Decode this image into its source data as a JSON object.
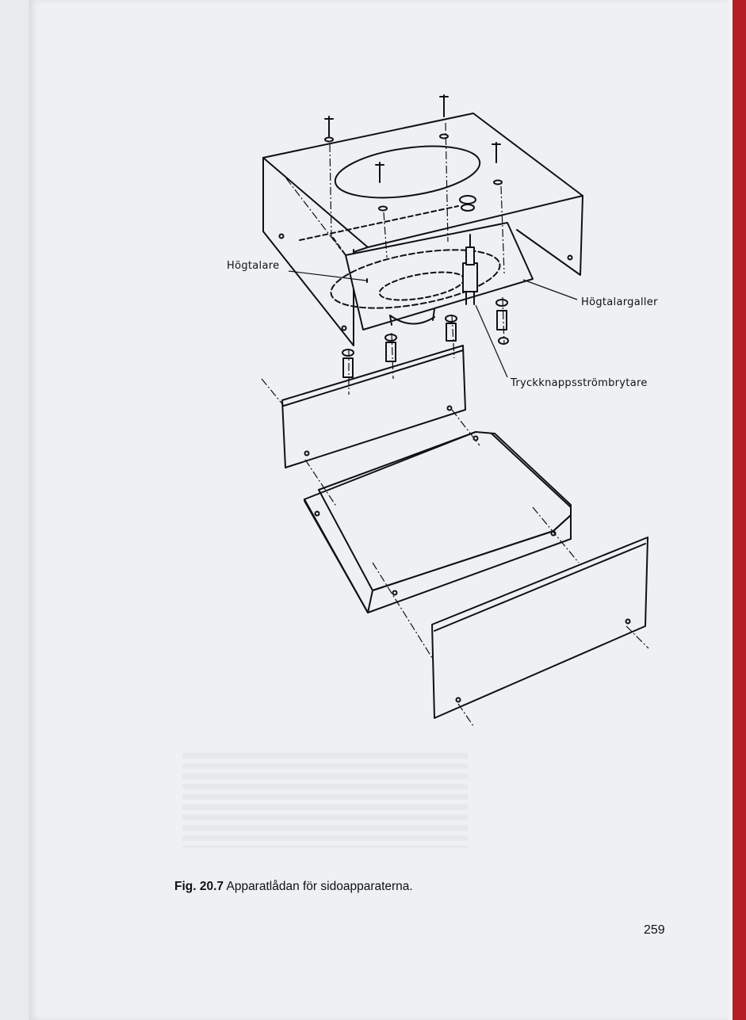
{
  "labels": {
    "speaker": "Högtalare",
    "speaker_grille": "Högtalargaller",
    "push_switch": "Tryckknappsströmbrytare"
  },
  "caption": {
    "fig_label": "Fig. 20.7",
    "text": "Apparatlådan för sidoapparaterna."
  },
  "page_number": "259"
}
